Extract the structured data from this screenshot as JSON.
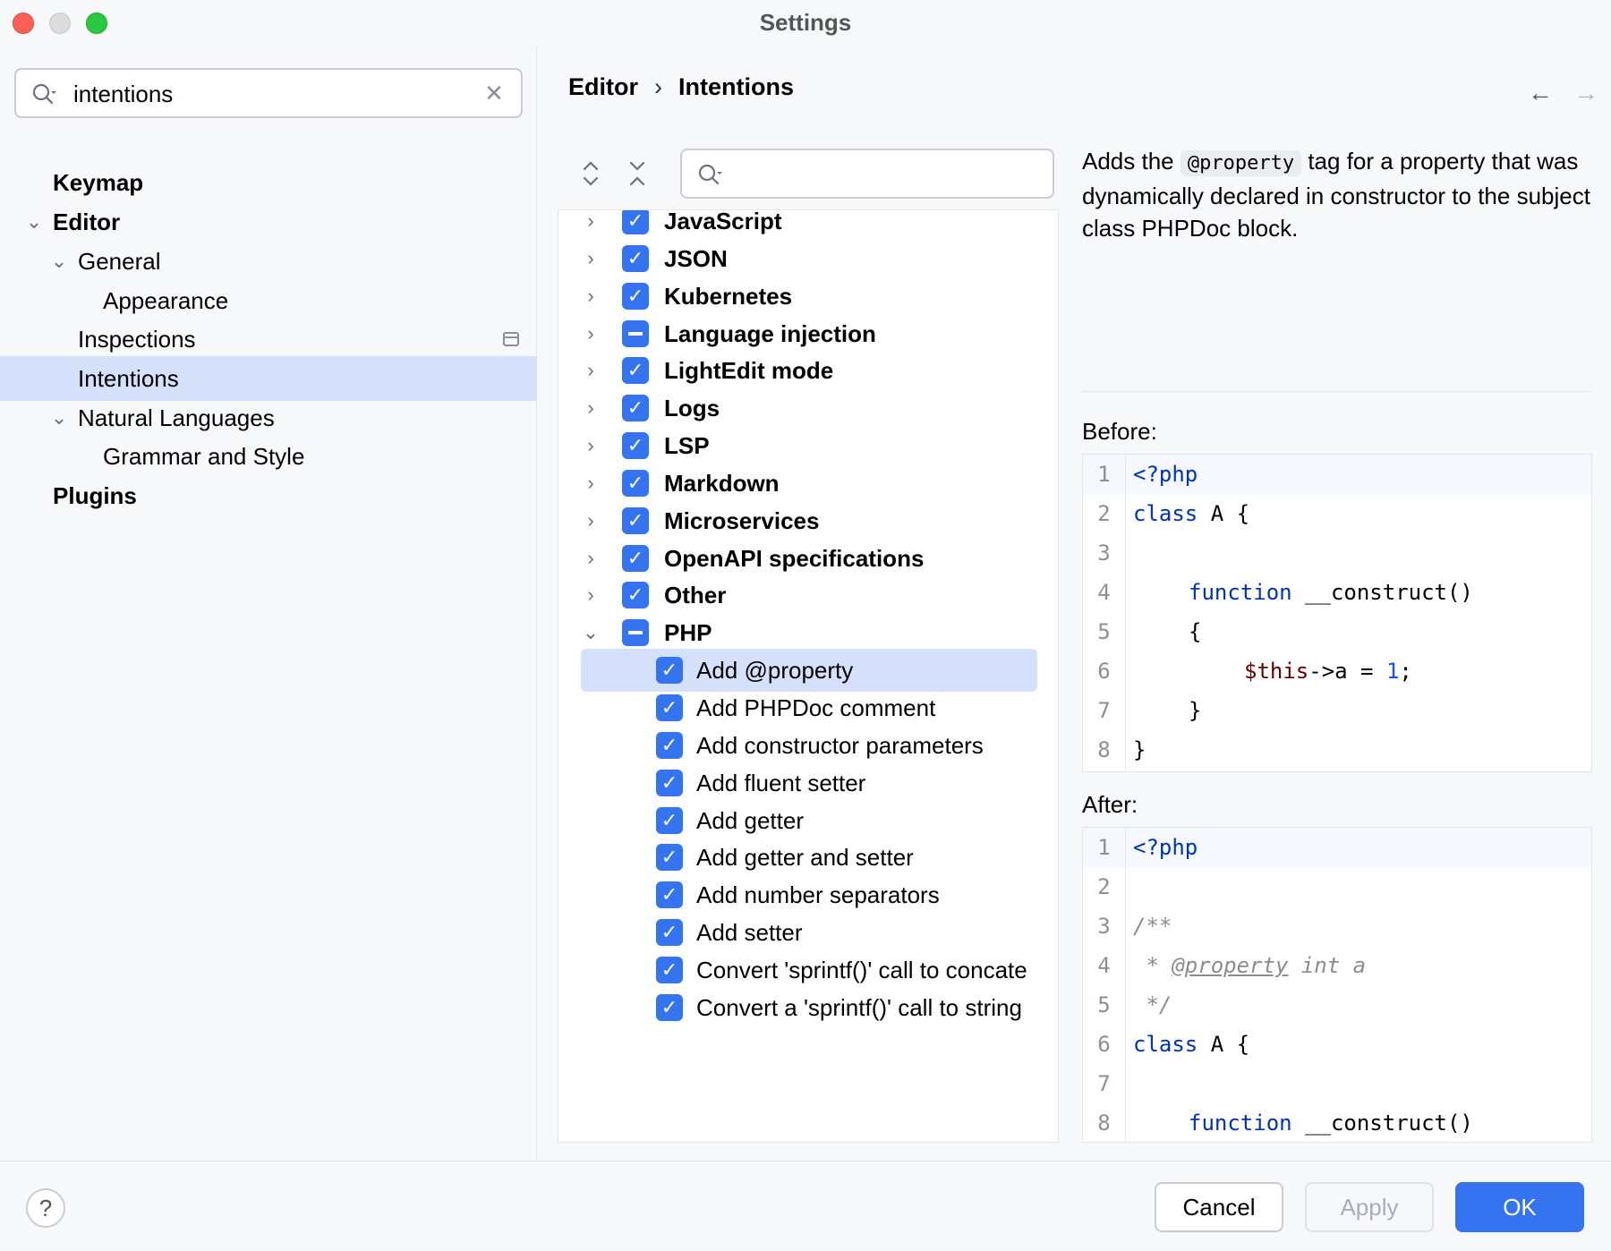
{
  "window": {
    "title": "Settings"
  },
  "sidebar": {
    "search": {
      "value": "intentions"
    },
    "items": [
      {
        "label": "Keymap",
        "bold": true
      },
      {
        "label": "Editor",
        "bold": true
      },
      {
        "label": "General"
      },
      {
        "label": "Appearance"
      },
      {
        "label": "Inspections"
      },
      {
        "label": "Intentions",
        "selected": true
      },
      {
        "label": "Natural Languages"
      },
      {
        "label": "Grammar and Style"
      },
      {
        "label": "Plugins",
        "bold": true
      }
    ]
  },
  "breadcrumb": {
    "parent": "Editor",
    "separator": "›",
    "current": "Intentions"
  },
  "nav": {
    "back": "←",
    "forward": "→"
  },
  "tools": {
    "expand": "⌃⌄",
    "collapse": "⌄⌃"
  },
  "intentions": {
    "groups": [
      {
        "label": "JavaScript",
        "state": "checked"
      },
      {
        "label": "JSON",
        "state": "checked"
      },
      {
        "label": "Kubernetes",
        "state": "checked"
      },
      {
        "label": "Language injection",
        "state": "mixed"
      },
      {
        "label": "LightEdit mode",
        "state": "checked"
      },
      {
        "label": "Logs",
        "state": "checked"
      },
      {
        "label": "LSP",
        "state": "checked"
      },
      {
        "label": "Markdown",
        "state": "checked"
      },
      {
        "label": "Microservices",
        "state": "checked"
      },
      {
        "label": "OpenAPI specifications",
        "state": "checked"
      },
      {
        "label": "Other",
        "state": "checked"
      },
      {
        "label": "PHP",
        "state": "mixed"
      }
    ],
    "php_children": [
      {
        "label": "Add @property",
        "selected": true
      },
      {
        "label": "Add PHPDoc comment"
      },
      {
        "label": "Add constructor parameters"
      },
      {
        "label": "Add fluent setter"
      },
      {
        "label": "Add getter"
      },
      {
        "label": "Add getter and setter"
      },
      {
        "label": "Add number separators"
      },
      {
        "label": "Add setter"
      },
      {
        "label": "Convert 'sprintf()' call to concate"
      },
      {
        "label": "Convert a 'sprintf()' call to string"
      }
    ]
  },
  "description": {
    "pre": "Adds the",
    "code": "@property",
    "post": "tag for a property that was dynamically declared in constructor to the subject class PHPDoc block."
  },
  "before": {
    "label": "Before:",
    "lines": [
      "1",
      "2",
      "3",
      "4",
      "5",
      "6",
      "7",
      "8"
    ],
    "code": {
      "l1": "<?php",
      "l2_kw": "class",
      "l2_rest": " A {",
      "l4_kw": "function",
      "l4_rest": " __construct()",
      "l5": "{",
      "l6_var": "$this",
      "l6_mid": "->a = ",
      "l6_num": "1",
      "l6_end": ";",
      "l7": "}",
      "l8": "}"
    }
  },
  "after": {
    "label": "After:",
    "lines": [
      "1",
      "2",
      "3",
      "4",
      "5",
      "6",
      "7",
      "8"
    ],
    "code": {
      "l1": "<?php",
      "l3": "/**",
      "l4_star": " * ",
      "l4_tag": "@property",
      "l4_rest": " int a",
      "l5": " */",
      "l6_kw": "class",
      "l6_rest": " A {",
      "l8_kw": "function",
      "l8_rest": " __construct()"
    }
  },
  "footer": {
    "help": "?",
    "cancel": "Cancel",
    "apply": "Apply",
    "ok": "OK"
  },
  "colors": {
    "accent": "#3574f0",
    "selection": "#d5e0fb"
  }
}
